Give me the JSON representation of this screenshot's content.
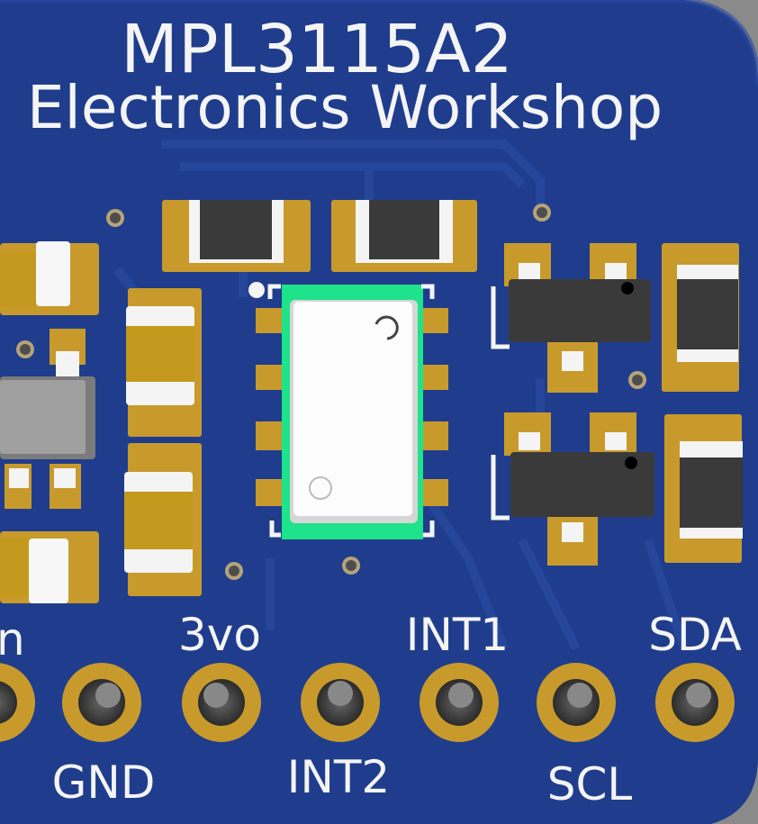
{
  "board": {
    "title": "MPL3115A2",
    "subtitle": "Electronics Workshop"
  },
  "pins_top_labels": [
    "n",
    "3vo",
    "INT1",
    "SDA"
  ],
  "pins_bottom_labels": [
    "GND",
    "INT2",
    "SCL"
  ],
  "colors": {
    "background": "#888888",
    "pcb": "#1e3b8a",
    "pcb_dark": "#172f73",
    "copper": "#c89a2c",
    "silkscreen": "#f4f4f4",
    "chip_outline": "#1ee38a",
    "component_dark": "#333333"
  }
}
